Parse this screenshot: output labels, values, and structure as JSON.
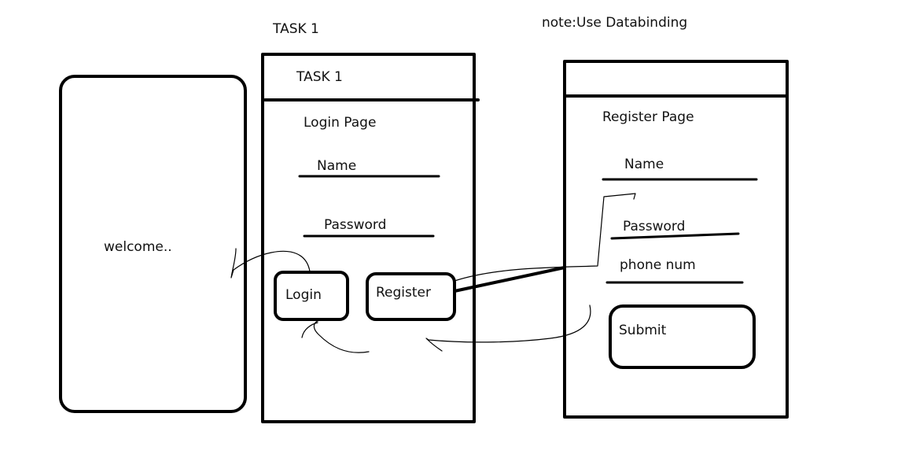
{
  "heading": "TASK 1",
  "note": "note:Use Databinding",
  "welcome_screen": {
    "text": "welcome.."
  },
  "login_screen": {
    "appbar_title": "TASK 1",
    "page_title": "Login Page",
    "name_label": "Name",
    "password_label": "Password",
    "login_button": "Login",
    "register_button": "Register"
  },
  "register_screen": {
    "page_title": "Register Page",
    "name_label": "Name",
    "password_label": "Password",
    "phone_label": "phone num",
    "submit_button": "Submit"
  },
  "colors": {
    "ink": "#000000",
    "background": "#ffffff"
  }
}
